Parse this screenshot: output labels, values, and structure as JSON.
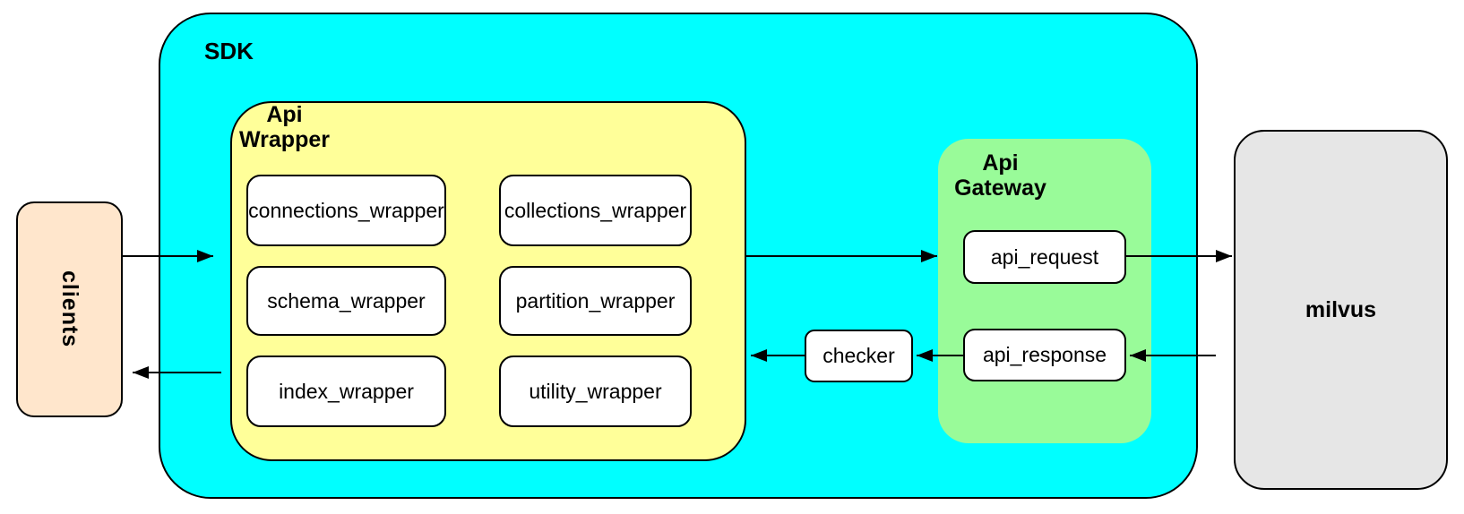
{
  "diagram_title": "",
  "colors": {
    "sdk_fill": "#00FFFF",
    "api_wrapper_fill": "#FFFF99",
    "api_gateway_fill": "#99FB99",
    "clients_fill": "#FFE6CC",
    "milvus_fill": "#E6E6E6",
    "node_fill": "#FFFFFF",
    "stroke": "#000000",
    "background": "#FFFFFF"
  },
  "nodes": {
    "clients": {
      "label": "clients"
    },
    "sdk": {
      "label": "SDK"
    },
    "api_wrapper": {
      "label_lines": [
        "Api",
        "Wrapper"
      ],
      "children": [
        {
          "id": "connections_wrapper",
          "label": "connections_wrapper"
        },
        {
          "id": "collections_wrapper",
          "label": "collections_wrapper"
        },
        {
          "id": "schema_wrapper",
          "label": "schema_wrapper"
        },
        {
          "id": "partition_wrapper",
          "label": "partition_wrapper"
        },
        {
          "id": "index_wrapper",
          "label": "index_wrapper"
        },
        {
          "id": "utility_wrapper",
          "label": "utility_wrapper"
        }
      ]
    },
    "checker": {
      "label": "checker"
    },
    "api_gateway": {
      "label_lines": [
        "Api",
        "Gateway"
      ],
      "children": [
        {
          "id": "api_request",
          "label": "api_request"
        },
        {
          "id": "api_response",
          "label": "api_response"
        }
      ]
    },
    "milvus": {
      "label": "milvus"
    }
  },
  "edges": [
    {
      "from": "clients",
      "to": "sdk"
    },
    {
      "from": "sdk",
      "to": "clients"
    },
    {
      "from": "api_wrapper",
      "to": "api_gateway"
    },
    {
      "from": "api_request",
      "to": "milvus"
    },
    {
      "from": "milvus",
      "to": "api_response"
    },
    {
      "from": "api_response",
      "to": "checker"
    },
    {
      "from": "checker",
      "to": "api_wrapper"
    }
  ]
}
